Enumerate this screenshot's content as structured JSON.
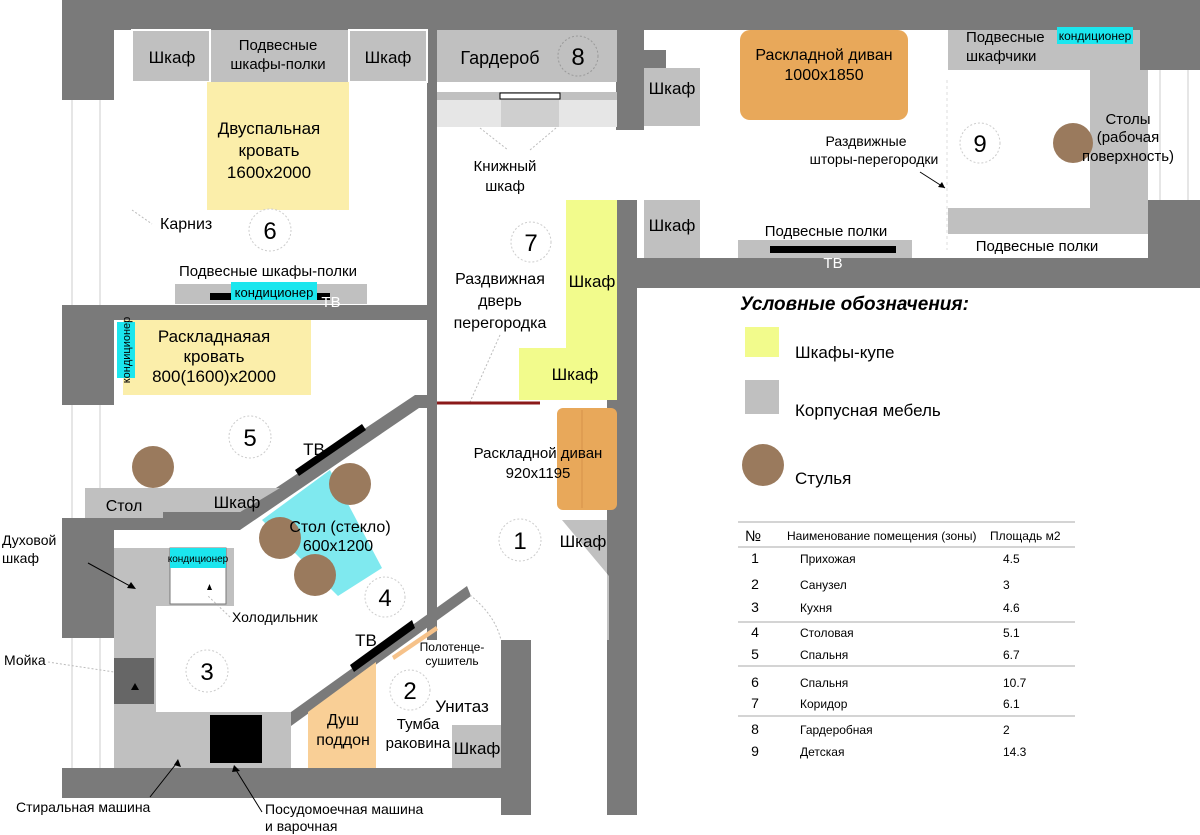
{
  "furniture": {
    "wardrobe_left": "Шкаф",
    "hanging_shelves_top_1": "Подвесные",
    "hanging_shelves_top_2": "шкафы-полки",
    "wardrobe_right": "Шкаф",
    "bed_1": "Двуспальная",
    "bed_2": "кровать",
    "bed_3": "1600x2000",
    "cornice": "Карниз",
    "hanging_shelves_bottom": "Подвесные шкафы-полки",
    "ac_bedroom": "кондиционер",
    "tv_bedroom": "ТВ",
    "dressing_room": "Гардероб",
    "bookcase_1": "Книжный",
    "bookcase_2": "шкаф",
    "sliding_door_1": "Раздвижная",
    "sliding_door_2": "дверь",
    "sliding_door_3": "перегородка",
    "wardrobe_corridor_upper": "Шкаф",
    "wardrobe_corridor_lower": "Шкаф",
    "wardrobe_children_upper": "Шкаф",
    "wardrobe_children_lower": "Шкаф",
    "sofa_children_1": "Раскладной диван",
    "sofa_children_2": "1000x1850",
    "curtains_1": "Раздвижные",
    "curtains_2": "шторы-перегородки",
    "hanging_shelves_children": "Подвесные полки",
    "tv_children": "ТВ",
    "hanging_cabinets_1": "Подвесные",
    "hanging_cabinets_2": "шкафчики",
    "ac_children": "кондиционер",
    "desks_1": "Столы",
    "desks_2": "(рабочая",
    "desks_3": "поверхность)",
    "hanging_shelves_right": "Подвесные полки",
    "fold_bed_1": "Раскладнаяая",
    "fold_bed_2": "кровать",
    "fold_bed_3": "800(1600)x2000",
    "ac_spalnya": "кондиционер",
    "table_spalnya": "Стол",
    "wardrobe_spalnya": "Шкаф",
    "tv_dining": "ТВ",
    "glass_table_1": "Стол (стекло)",
    "glass_table_2": "600x1200",
    "ac_kitchen": "кондиционер",
    "oven_1": "Духовой",
    "oven_2": "шкаф",
    "fridge": "Холодильник",
    "sink": "Мойка",
    "washer": "Стиральная машина",
    "dishwasher_1": "Посудомоечная машина",
    "dishwasher_2": "и варочная",
    "sofa_hall_1": "Раскладной диван",
    "sofa_hall_2": "920x1195",
    "wardrobe_hall": "Шкаф",
    "tv_kitchen": "ТВ",
    "towel_dryer_1": "Полотенце-",
    "towel_dryer_2": "сушитель",
    "toilet": "Унитаз",
    "shower_1": "Душ",
    "shower_2": "поддон",
    "vanity_1": "Тумба",
    "vanity_2": "раковина",
    "wardrobe_bath": "Шкаф"
  },
  "room_numbers": [
    "1",
    "2",
    "3",
    "4",
    "5",
    "6",
    "7",
    "8",
    "9"
  ],
  "legend": {
    "title": "Условные обозначения:",
    "items": [
      {
        "label": "Шкафы-купе",
        "color": "#f2fb8c"
      },
      {
        "label": "Корпусная мебель",
        "color": "#c0c0c0"
      },
      {
        "label": "Стулья",
        "color": "#9a7a5d"
      }
    ]
  },
  "table": {
    "headers": [
      "№",
      "Наименование помещения (зоны)",
      "Площадь  м2"
    ],
    "rows": [
      [
        "1",
        "Прихожая",
        "4.5"
      ],
      [
        "2",
        "Санузел",
        "3"
      ],
      [
        "3",
        "Кухня",
        "4.6"
      ],
      [
        "4",
        "Столовая",
        "5.1"
      ],
      [
        "5",
        "Спальня",
        "6.7"
      ],
      [
        "6",
        "Спальня",
        "10.7"
      ],
      [
        "7",
        "Коридор",
        "6.1"
      ],
      [
        "8",
        "Гардеробная",
        "2"
      ],
      [
        "9",
        "Детская",
        "14.3"
      ]
    ]
  },
  "colors": {
    "wall": "#7a7a7a",
    "cabinet": "#c0c0c0",
    "sliding_wardrobe": "#f2fb8c",
    "bed": "#fbeeaa",
    "sofa": "#e8a85a",
    "chair": "#9a7a5d",
    "glass": "#7fe9ef",
    "ac": "#1be6ee"
  }
}
